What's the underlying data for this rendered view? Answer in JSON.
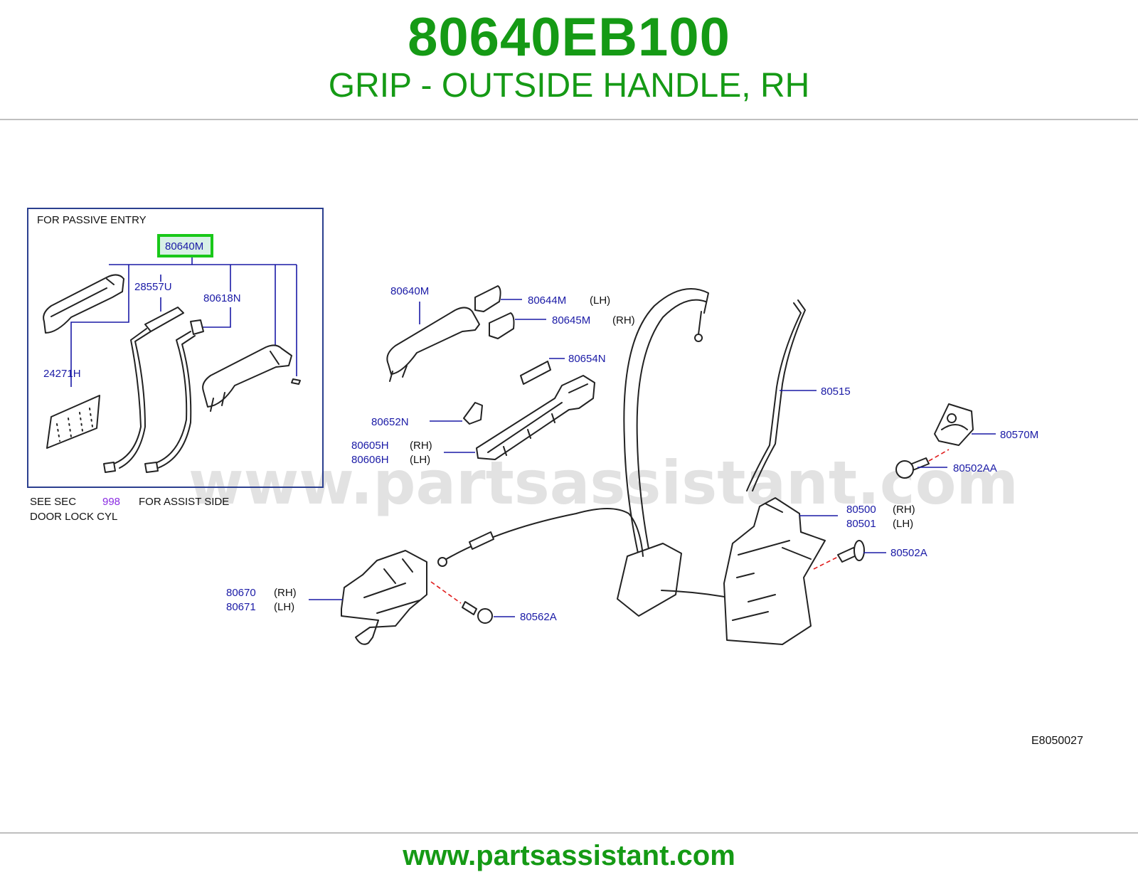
{
  "header": {
    "part_number": "80640EB100",
    "part_description": "GRIP - OUTSIDE HANDLE, RH"
  },
  "inset": {
    "title": "FOR   PASSIVE   ENTRY",
    "highlighted_label": "80640M",
    "labels": {
      "l28557u": "28557U",
      "l80618n": "80618N",
      "l24271h": "24271H"
    },
    "note_line1_a": "SEE   SEC",
    "note_line1_sec": "998",
    "note_line1_b": "FOR   ASSIST   SIDE",
    "note_line2": "DOOR   LOCK   CYL"
  },
  "labels": {
    "l80640m": "80640M",
    "l80644m": "80644M",
    "l80644m_side": "(LH)",
    "l80645m": "80645M",
    "l80645m_side": "(RH)",
    "l80654n": "80654N",
    "l80652n": "80652N",
    "l80605h": "80605H",
    "l80605h_side": "(RH)",
    "l80606h": "80606H",
    "l80606h_side": "(LH)",
    "l80515": "80515",
    "l80570m": "80570M",
    "l80502aa": "80502AA",
    "l80500": "80500",
    "l80500_side": "(RH)",
    "l80501": "80501",
    "l80501_side": "(LH)",
    "l80502a": "80502A",
    "l80670": "80670",
    "l80670_side": "(RH)",
    "l80671": "80671",
    "l80671_side": "(LH)",
    "l80562a": "80562A"
  },
  "diagram_code": "E8050027",
  "watermark": "www.partsassistant.com",
  "footer": {
    "url": "www.partsassistant.com"
  },
  "colors": {
    "brand_green": "#159a15",
    "label_blue": "#1a1aa6",
    "highlight_green": "#19c819",
    "leader_red": "#e01b1b",
    "sec_link_purple": "#8a2be2"
  }
}
